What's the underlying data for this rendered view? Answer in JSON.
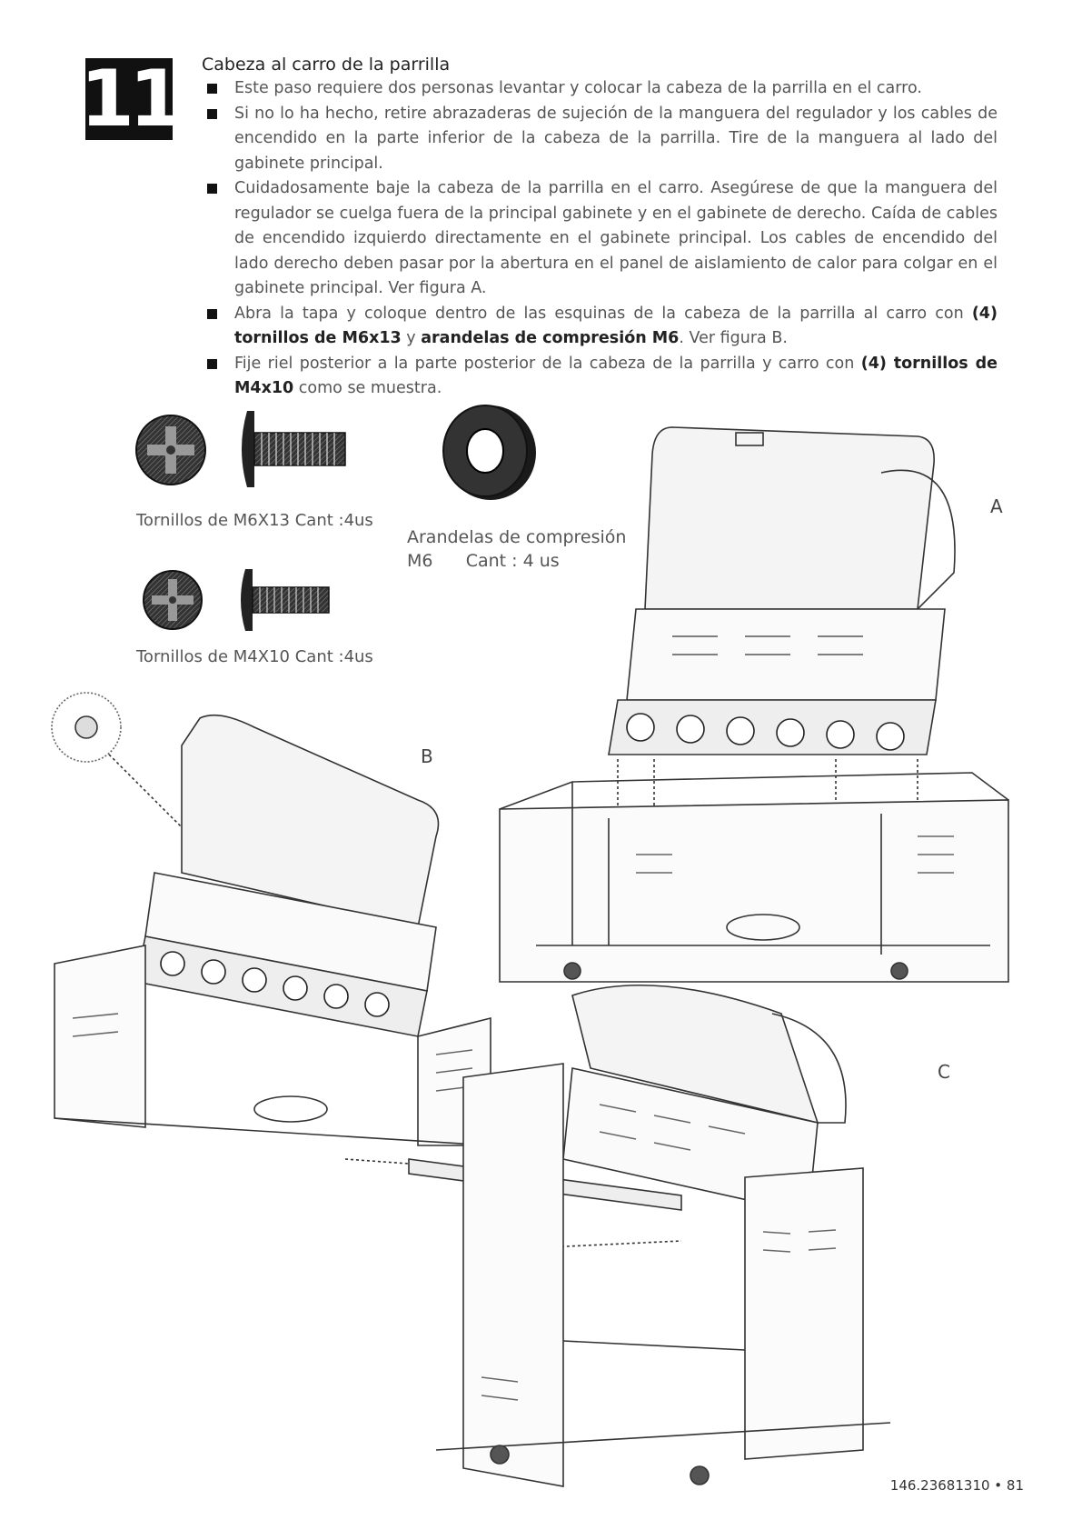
{
  "step": {
    "number": "11",
    "title": "Cabeza al carro de la parrilla"
  },
  "bullets": [
    {
      "parts": [
        {
          "t": "Este paso requiere dos personas levantar y colocar la cabeza de la parrilla en el carro."
        }
      ]
    },
    {
      "parts": [
        {
          "t": "Si no lo ha hecho, retire abrazaderas de sujeción de la manguera del regulador y los cables de encendido en la parte inferior de la cabeza de la parrilla. Tire de la manguera al lado del gabinete principal."
        }
      ]
    },
    {
      "parts": [
        {
          "t": "Cuidadosamente baje la cabeza de la parrilla en el carro. Asegúrese de que la manguera del regulador se cuelga fuera de la principal gabinete y en el gabinete de derecho. Caída de cables de encendido izquierdo directamente en el gabinete principal. Los cables de encendido del lado derecho deben pasar por la abertura en el panel de aislamiento de calor para colgar en el gabinete principal. Ver figura A."
        }
      ]
    },
    {
      "parts": [
        {
          "t": "Abra la tapa y coloque dentro de las esquinas de la cabeza de la parrilla al carro con "
        },
        {
          "t": "(4) tornillos de M6x13",
          "b": true
        },
        {
          "t": " y "
        },
        {
          "t": "arandelas de compresión M6",
          "b": true
        },
        {
          "t": ". Ver figura B."
        }
      ]
    },
    {
      "parts": [
        {
          "t": "Fije riel posterior a la parte posterior de la cabeza de la parrilla y carro con "
        },
        {
          "t": "(4) tornillos de M4x10",
          "b": true
        },
        {
          "t": " como se muestra."
        }
      ]
    }
  ],
  "parts": {
    "screw_m6": "Tornillos de M6X13 Cant :4us",
    "washer_line1": "Arandelas   de   compresión",
    "washer_line2": "M6      Cant : 4 us",
    "screw_m4": "Tornillos de M4X10 Cant :4us"
  },
  "figures": {
    "a": "A",
    "b": "B",
    "c": "C"
  },
  "footer": "146.23681310 • 81"
}
